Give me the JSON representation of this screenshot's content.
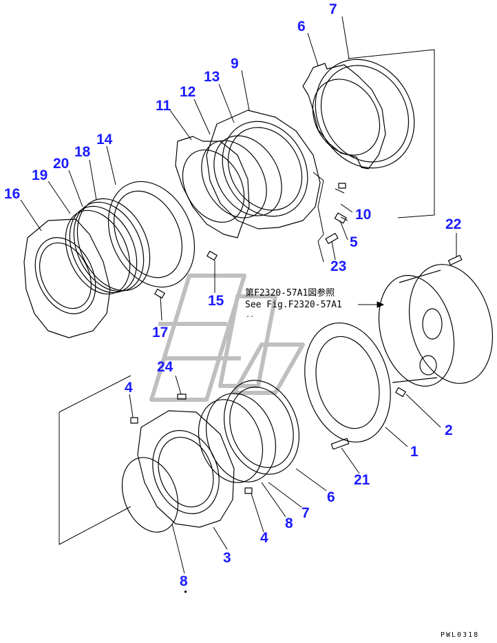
{
  "diagram": {
    "colors": {
      "callout": "#1a1aff",
      "line": "#000000",
      "watermark": "#bfbfbf",
      "background": "#ffffff"
    },
    "reference_note": {
      "line_jp": "第F2320-57A1図参照",
      "line_en": "See Fig.F2320-57A1",
      "dashes": "--"
    },
    "drawing_code": "PWL0318",
    "callouts": [
      "7",
      "6",
      "9",
      "13",
      "12",
      "11",
      "14",
      "18",
      "20",
      "19",
      "16",
      "10",
      "5",
      "23",
      "15",
      "17",
      "22",
      "24",
      "4",
      "2",
      "1",
      "21",
      "6",
      "7",
      "8",
      "4",
      "3",
      "8"
    ]
  }
}
